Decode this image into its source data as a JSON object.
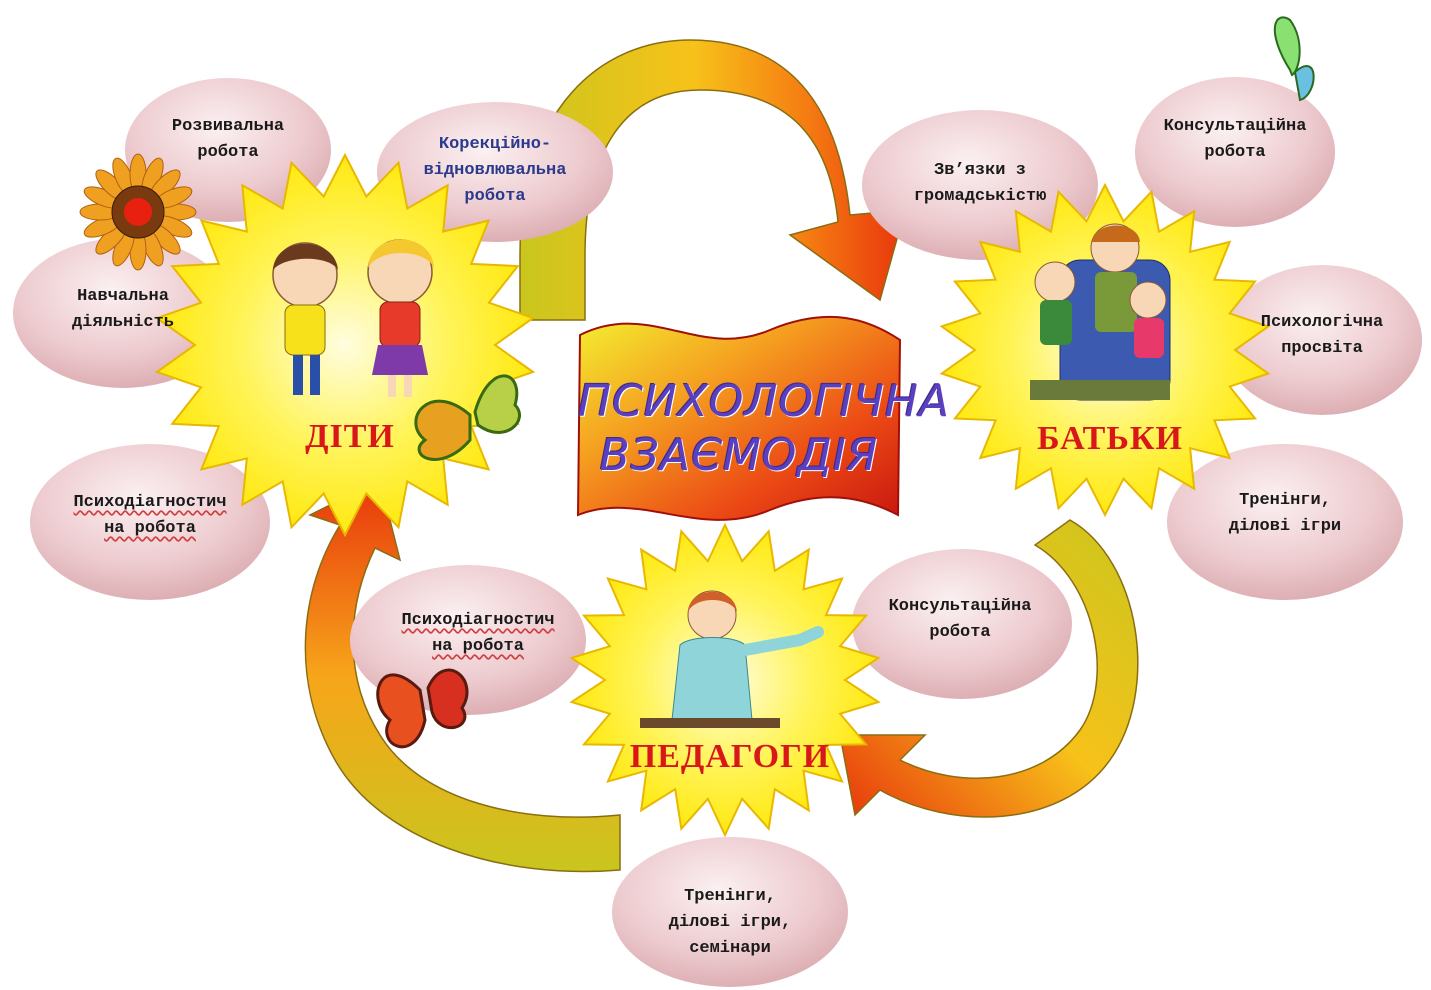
{
  "title": {
    "line1": "ПСИХОЛОГІЧНА",
    "line2": "ВЗАЄМОДІЯ"
  },
  "groups": {
    "children": {
      "label": "ДІТИ",
      "items": [
        {
          "text": "Розвивальна\nробота"
        },
        {
          "text": "Корекційно-\nвідновлювальна\nробота"
        },
        {
          "text": "Навчальна\nдіяльність"
        },
        {
          "text": "Психодіагностич\nна робота"
        }
      ]
    },
    "parents": {
      "label": "БАТЬКИ",
      "items": [
        {
          "text": "Консультаційна\nробота"
        },
        {
          "text": "Зв’язки з\nгромадськістю"
        },
        {
          "text": "Психологічна\nпросвіта"
        },
        {
          "text": "Тренінги,\nділові ігри"
        }
      ]
    },
    "teachers": {
      "label": "ПЕДАГОГИ",
      "items": [
        {
          "text": "Психодіагностич\nна робота"
        },
        {
          "text": "Консультаційна\nробота"
        },
        {
          "text": "Тренінги,\nділові ігри,\nсемінари"
        }
      ]
    }
  },
  "icons": [
    "children-illustration-icon",
    "family-illustration-icon",
    "teacher-illustration-icon",
    "sunflower-icon",
    "butterfly-icon"
  ],
  "colors": {
    "star": "#fff200",
    "star_stroke": "#e8b800",
    "bubble": "#ecc8cc",
    "label": "#d8171b",
    "arrow_outer": "#c8c320",
    "arrow_inner": "#f05010"
  }
}
